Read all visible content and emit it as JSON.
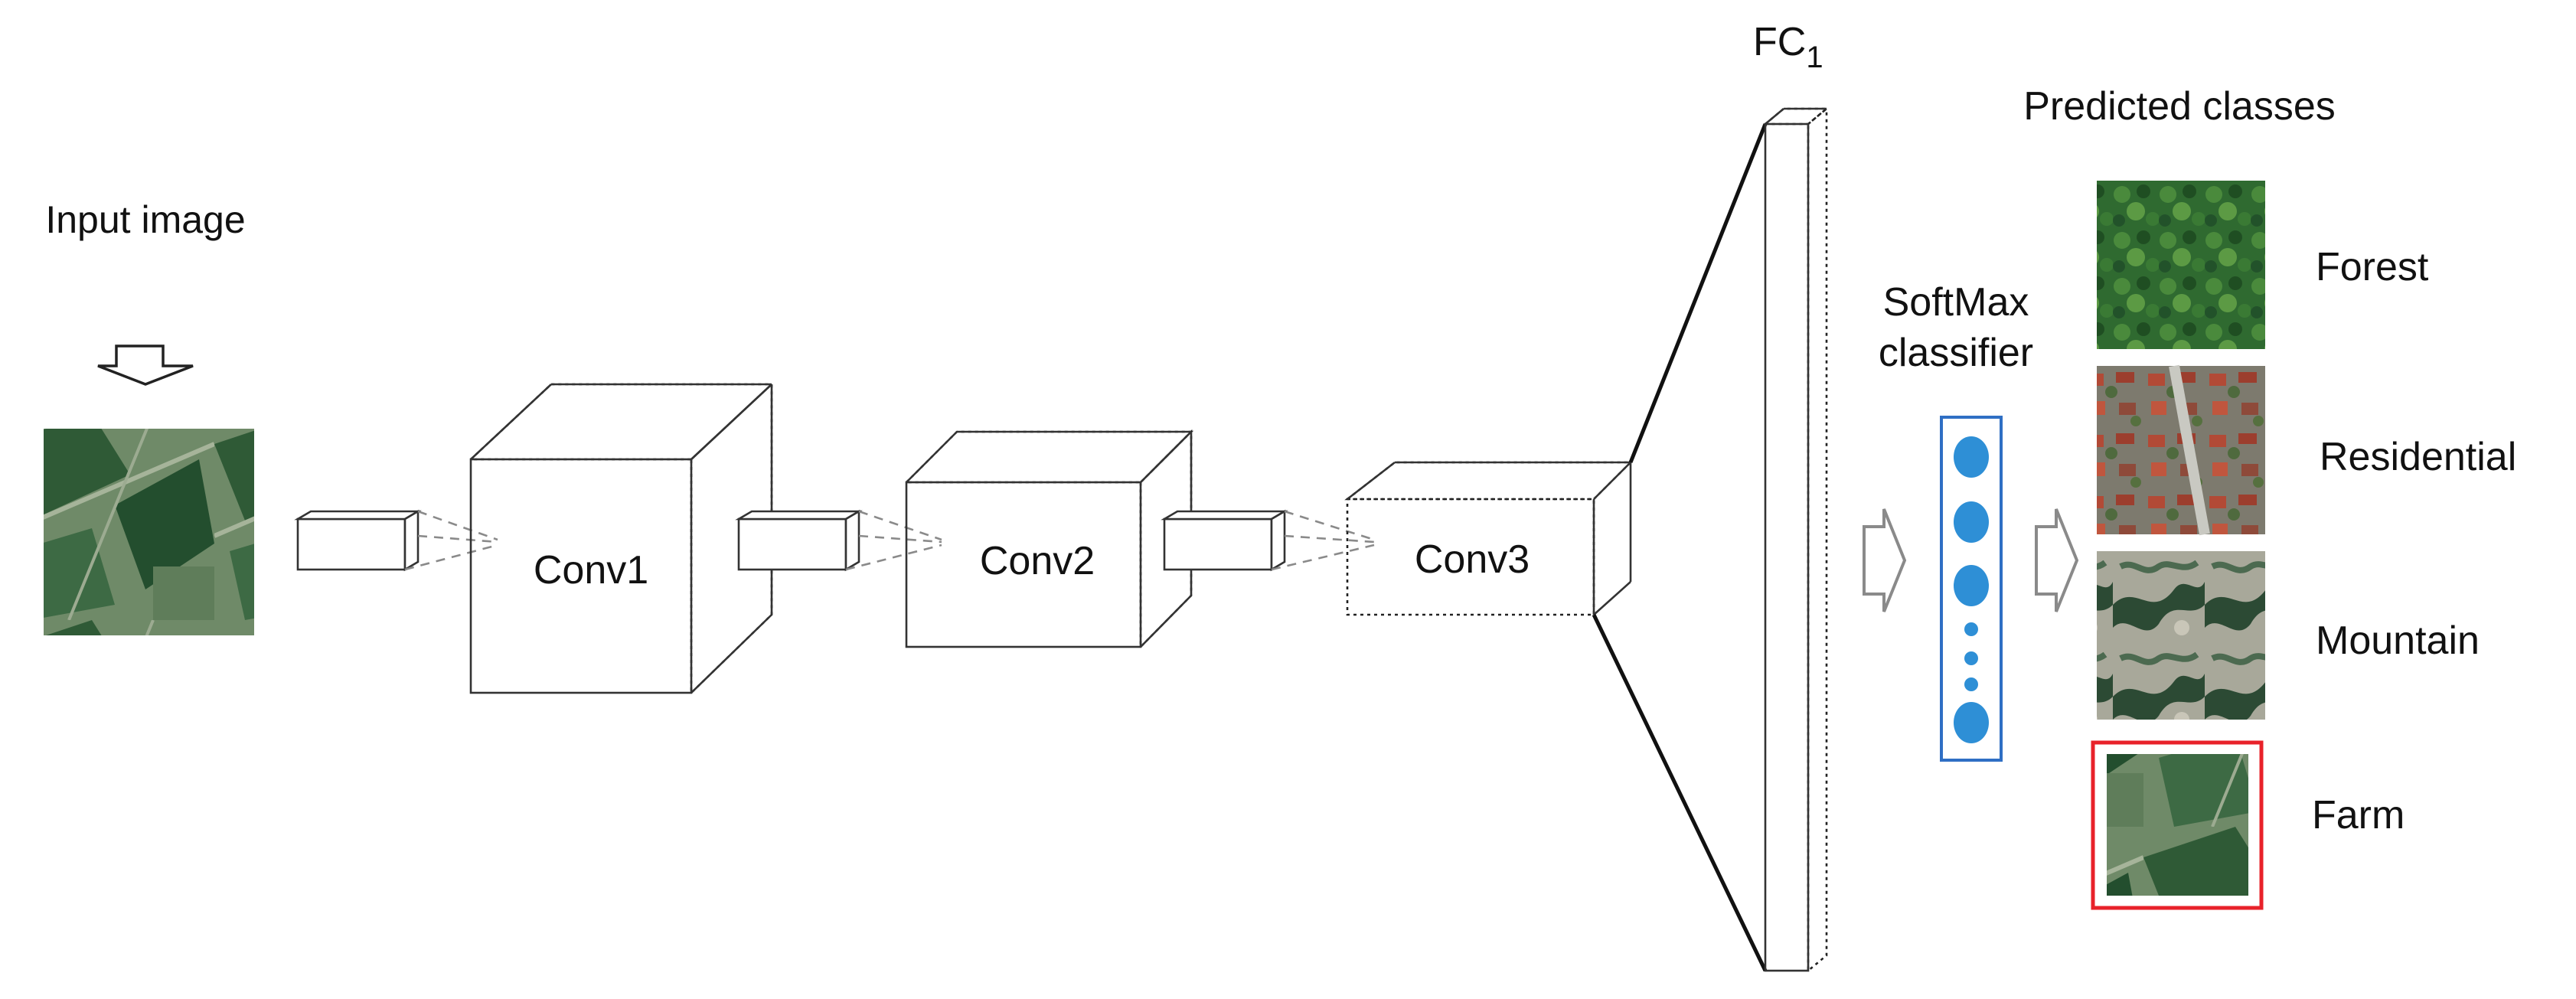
{
  "labels": {
    "input_image": "Input image",
    "conv1": "Conv1",
    "conv2": "Conv2",
    "conv3": "Conv3",
    "fc_main": "FC",
    "fc_sub": "1",
    "softmax_line1": "SoftMax",
    "softmax_line2": "classifier",
    "predicted_classes": "Predicted classes"
  },
  "classes": [
    {
      "name": "Forest",
      "selected": false
    },
    {
      "name": "Residential",
      "selected": false
    },
    {
      "name": "Mountain",
      "selected": false
    },
    {
      "name": "Farm",
      "selected": true
    }
  ],
  "colors": {
    "selection_box": "#e8222a",
    "softmax_border": "#2f6fc4",
    "softmax_node": "#2e8fd6"
  }
}
